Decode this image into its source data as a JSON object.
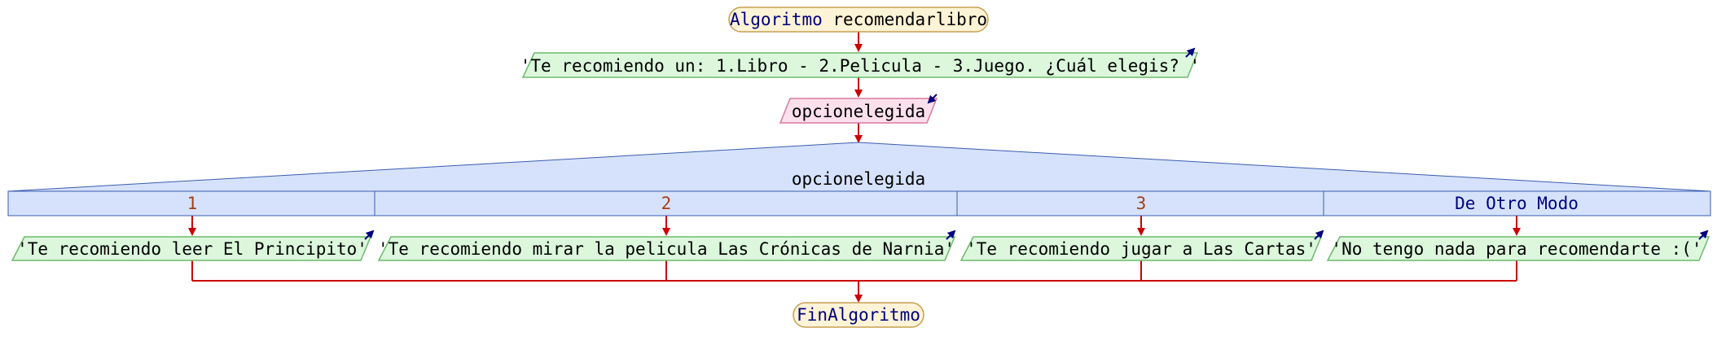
{
  "diagram": {
    "start": {
      "keyword": "Algoritmo",
      "name": "recomendarlibro"
    },
    "output_prompt": "'Te recomiendo un: 1.Libro - 2.Pelicula - 3.Juego. ¿Cuál elegis? '",
    "input_var": "opcionelegida",
    "switch": {
      "variable": "opcionelegida",
      "cases": [
        {
          "label": "1",
          "output": "'Te recomiendo leer El Principito'"
        },
        {
          "label": "2",
          "output": "'Te recomiendo mirar la pelicula Las Crónicas de Narnia'"
        },
        {
          "label": "3",
          "output": "'Te recomiendo jugar a Las Cartas'"
        },
        {
          "label": "De Otro Modo",
          "output": "'No tengo nada para recomendarte :('"
        }
      ]
    },
    "end": {
      "label": "FinAlgoritmo"
    }
  },
  "colors": {
    "terminal_fill": "#fdf3d6",
    "terminal_stroke": "#c8a050",
    "output_fill": "#dcf7dc",
    "output_stroke": "#6cba6c",
    "input_fill": "#fce0ec",
    "input_stroke": "#d77aa0",
    "switch_fill": "#d6e2fb",
    "switch_stroke": "#3a5cb0",
    "arrow": "#cc0000",
    "keyword": "#00007f",
    "number": "#a0401a",
    "io_arrow": "#00007f"
  }
}
